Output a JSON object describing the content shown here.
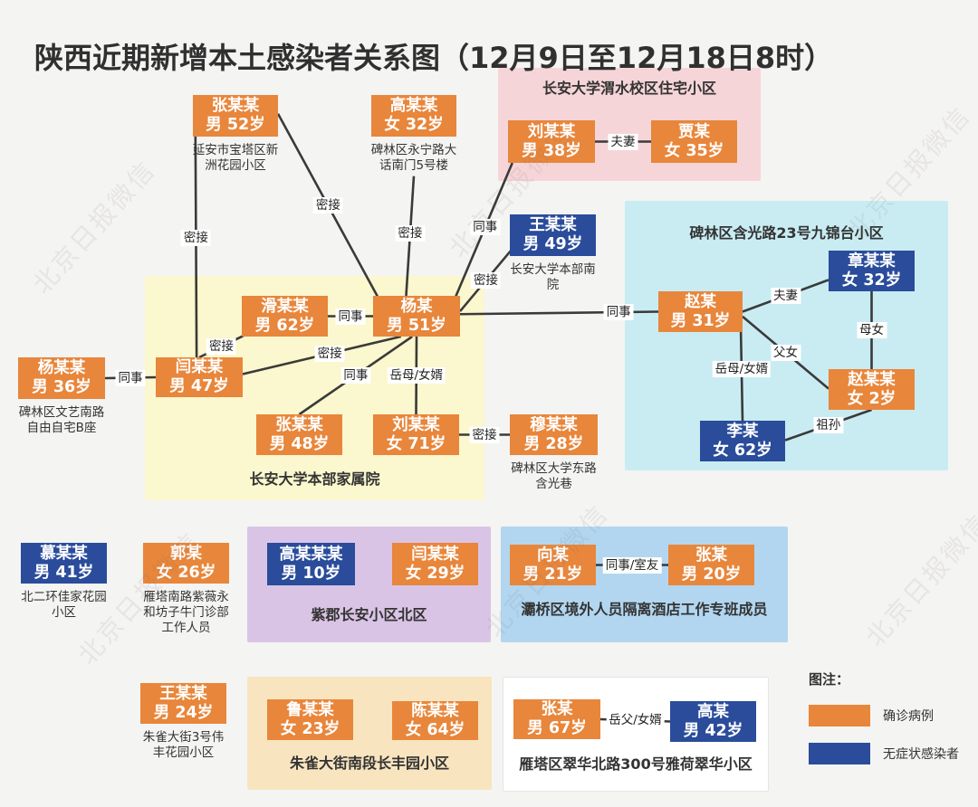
{
  "title": "陕西近期新增本土感染者关系图（12月9日至12月18日8时）",
  "watermark_text": "北京日报微信",
  "colors": {
    "confirmed": "#E8863B",
    "asymptomatic": "#2A4C9B"
  },
  "legend": {
    "heading": "图注：",
    "items": [
      {
        "type": "confirmed",
        "label": "确诊病例"
      },
      {
        "type": "asymptomatic",
        "label": "无症状感染者"
      }
    ]
  },
  "groups": [
    {
      "id": "weishui",
      "label": "长安大学渭水校区住宅小区"
    },
    {
      "id": "jiujintai",
      "label": "碑林区含光路23号九锦台小区"
    },
    {
      "id": "benbu",
      "label": "长安大学本部家属院"
    },
    {
      "id": "zijun",
      "label": "紫郡长安小区北区"
    },
    {
      "id": "baqiao",
      "label": "灞桥区境外人员隔离酒店工作专班成员"
    },
    {
      "id": "zhuque",
      "label": "朱雀大街南段长丰园小区"
    },
    {
      "id": "yanta",
      "label": "雁塔区翠华北路300号雅荷翠华小区"
    }
  ],
  "nodes": [
    {
      "id": "zhang52",
      "name": "张某某",
      "detail": "男 52岁",
      "type": "confirmed",
      "caption": "延安市宝塔区新洲花园小区"
    },
    {
      "id": "gao32",
      "name": "高某某",
      "detail": "女 32岁",
      "type": "confirmed",
      "caption": "碑林区永宁路大话南门5号楼"
    },
    {
      "id": "liu38",
      "name": "刘某某",
      "detail": "男 38岁",
      "type": "confirmed",
      "group": "weishui"
    },
    {
      "id": "jia35",
      "name": "贾某",
      "detail": "女 35岁",
      "type": "confirmed",
      "group": "weishui"
    },
    {
      "id": "wang49",
      "name": "王某某",
      "detail": "男 49岁",
      "type": "asymptomatic",
      "caption": "长安大学本部南院"
    },
    {
      "id": "zhao31",
      "name": "赵某",
      "detail": "男 31岁",
      "type": "confirmed",
      "group": "jiujintai"
    },
    {
      "id": "zhangzf32",
      "name": "章某某",
      "detail": "女 32岁",
      "type": "asymptomatic",
      "group": "jiujintai"
    },
    {
      "id": "zhaof2",
      "name": "赵某某",
      "detail": "女 2岁",
      "type": "confirmed",
      "group": "jiujintai"
    },
    {
      "id": "li62",
      "name": "李某",
      "detail": "女 62岁",
      "type": "asymptomatic",
      "group": "jiujintai"
    },
    {
      "id": "hua62",
      "name": "滑某某",
      "detail": "男 62岁",
      "type": "confirmed",
      "group": "benbu"
    },
    {
      "id": "yang51",
      "name": "杨某",
      "detail": "男 51岁",
      "type": "confirmed",
      "group": "benbu"
    },
    {
      "id": "yan47",
      "name": "闫某某",
      "detail": "男 47岁",
      "type": "confirmed",
      "group": "benbu"
    },
    {
      "id": "zhang48",
      "name": "张某某",
      "detail": "男 48岁",
      "type": "confirmed",
      "group": "benbu"
    },
    {
      "id": "liu71",
      "name": "刘某某",
      "detail": "女 71岁",
      "type": "confirmed",
      "group": "benbu"
    },
    {
      "id": "yang36",
      "name": "杨某某",
      "detail": "男 36岁",
      "type": "confirmed",
      "caption": "碑林区文艺南路自由自宅B座"
    },
    {
      "id": "mu28",
      "name": "穆某某",
      "detail": "男 28岁",
      "type": "confirmed",
      "caption": "碑林区大学东路含光巷"
    },
    {
      "id": "mou41",
      "name": "慕某某",
      "detail": "男 41岁",
      "type": "asymptomatic",
      "caption": "北二环佳家花园小区"
    },
    {
      "id": "guo26",
      "name": "郭某",
      "detail": "女 26岁",
      "type": "confirmed",
      "caption": "雁塔南路紫薇永和坊子牛门诊部工作人员"
    },
    {
      "id": "gao10",
      "name": "高某某某",
      "detail": "男 10岁",
      "type": "asymptomatic",
      "group": "zijun"
    },
    {
      "id": "yan29",
      "name": "闫某某",
      "detail": "女 29岁",
      "type": "confirmed",
      "group": "zijun"
    },
    {
      "id": "xiang21",
      "name": "向某",
      "detail": "男 21岁",
      "type": "confirmed",
      "group": "baqiao"
    },
    {
      "id": "zhang20",
      "name": "张某",
      "detail": "男 20岁",
      "type": "confirmed",
      "group": "baqiao"
    },
    {
      "id": "wang24",
      "name": "王某某",
      "detail": "男 24岁",
      "type": "confirmed",
      "caption": "朱雀大街3号伟丰花园小区"
    },
    {
      "id": "lu23",
      "name": "鲁某某",
      "detail": "女 23岁",
      "type": "confirmed",
      "group": "zhuque"
    },
    {
      "id": "chen64",
      "name": "陈某某",
      "detail": "女 64岁",
      "type": "confirmed",
      "group": "zhuque"
    },
    {
      "id": "zhang67",
      "name": "张某",
      "detail": "男 67岁",
      "type": "confirmed",
      "group": "yanta"
    },
    {
      "id": "gao42",
      "name": "高某",
      "detail": "男 42岁",
      "type": "asymptomatic",
      "group": "yanta"
    }
  ],
  "edges": [
    {
      "from": "zhang52",
      "to": "yan47",
      "label": "密接"
    },
    {
      "from": "zhang52",
      "to": "yang51",
      "label": "密接"
    },
    {
      "from": "gao32",
      "to": "yang51",
      "label": "密接"
    },
    {
      "from": "liu38",
      "to": "yang51",
      "label": "同事"
    },
    {
      "from": "wang49",
      "to": "yang51",
      "label": "密接"
    },
    {
      "from": "yang51",
      "to": "zhao31",
      "label": "同事"
    },
    {
      "from": "hua62",
      "to": "yang51",
      "label": "同事"
    },
    {
      "from": "yan47",
      "to": "hua62",
      "label": "密接"
    },
    {
      "from": "yan47",
      "to": "yang51",
      "label": "密接"
    },
    {
      "from": "zhang48",
      "to": "yang51",
      "label": "同事"
    },
    {
      "from": "liu71",
      "to": "yang51",
      "label": "岳母/女婿"
    },
    {
      "from": "liu71",
      "to": "mu28",
      "label": "密接"
    },
    {
      "from": "yang36",
      "to": "yan47",
      "label": "同事"
    },
    {
      "from": "liu38",
      "to": "jia35",
      "label": "夫妻"
    },
    {
      "from": "zhao31",
      "to": "zhangzf32",
      "label": "夫妻"
    },
    {
      "from": "zhangzf32",
      "to": "zhaof2",
      "label": "母女"
    },
    {
      "from": "zhao31",
      "to": "zhaof2",
      "label": "父女"
    },
    {
      "from": "zhao31",
      "to": "li62",
      "label": "岳母/女婿"
    },
    {
      "from": "li62",
      "to": "zhaof2",
      "label": "祖孙"
    },
    {
      "from": "xiang21",
      "to": "zhang20",
      "label": "同事/室友"
    },
    {
      "from": "zhang67",
      "to": "gao42",
      "label": "岳父/女婿"
    }
  ]
}
